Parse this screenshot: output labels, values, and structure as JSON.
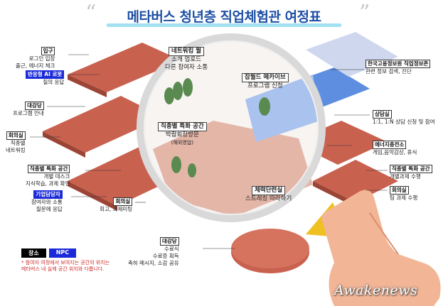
{
  "header": {
    "title": "메타버스 청년층 직업체험관 여정표",
    "open_quote": "“",
    "close_quote": "”"
  },
  "colors": {
    "floor": "#c9614f",
    "floor_light": "#e4b6a8",
    "blue_zone": "#5e8ee0",
    "title": "#1d4fa3",
    "hand": "#f2b596",
    "cursor": "#f0c020"
  },
  "left_labels": [
    {
      "heading": "입구",
      "kind": "place",
      "lines": [
        "로그인 입장",
        "출근, 에너지 체크"
      ]
    },
    {
      "heading": "반응형 AI 로봇",
      "kind": "npc",
      "lines": [
        "질의 응답"
      ]
    },
    {
      "heading": "대강당",
      "kind": "place",
      "lines": [
        "프로그램 안내"
      ]
    },
    {
      "heading": "회의실",
      "kind": "place",
      "lines": [
        "직종별",
        "네트워킹"
      ]
    },
    {
      "heading": "직종별 특화 공간",
      "kind": "place",
      "lines": [
        "개별 데스크",
        "지식학습, 과제 확인"
      ]
    },
    {
      "heading": "기업담당자",
      "kind": "npc",
      "lines": [
        "참여자와 소통",
        "질문에 응답"
      ]
    },
    {
      "heading": "회의실",
      "kind": "place",
      "lines": [
        "회고, 과제미팅"
      ]
    }
  ],
  "right_labels": [
    {
      "heading": "한국고용정보원 직업정보존",
      "kind": "place",
      "lines": [
        "관련 정보 검색, 진단"
      ]
    },
    {
      "heading": "상담실",
      "kind": "place",
      "lines": [
        "1:1, 1:N 상담 신청 및 참여"
      ]
    },
    {
      "heading": "에너지충전소",
      "kind": "place",
      "lines": [
        "게임,음악감상, 휴식"
      ]
    },
    {
      "heading": "직종별 특화 공간",
      "kind": "place",
      "lines": [
        "개별과제 수행"
      ]
    },
    {
      "heading": "회의실",
      "kind": "place",
      "lines": [
        "팀 과제 수행"
      ]
    }
  ],
  "bottom_label": {
    "heading": "대강당",
    "kind": "place",
    "lines": [
      "수료식",
      "수료증 획득",
      "축하 메시지, 소감 공유"
    ]
  },
  "magnifier_labels": [
    {
      "heading": "네트워킹 월",
      "lines": [
        "소개 업로드",
        "다른 참여자 소통"
      ]
    },
    {
      "heading": "잡월드 메카이브",
      "lines": [
        "프로그램 신청"
      ]
    },
    {
      "heading": "직종별 특화 공간",
      "lines": [
        "박람회장방문",
        "(해외영업)"
      ]
    },
    {
      "heading": "체력단련실",
      "lines": [
        "스트레칭 따라하기"
      ]
    }
  ],
  "legend": {
    "place": "장소",
    "npc": "NPC"
  },
  "note": [
    "* 참여자 여정에서 보여지는 공간의 위치는",
    "메타버스 내 실제 공간 위치와 다릅니다."
  ],
  "brand": "Awakenews"
}
